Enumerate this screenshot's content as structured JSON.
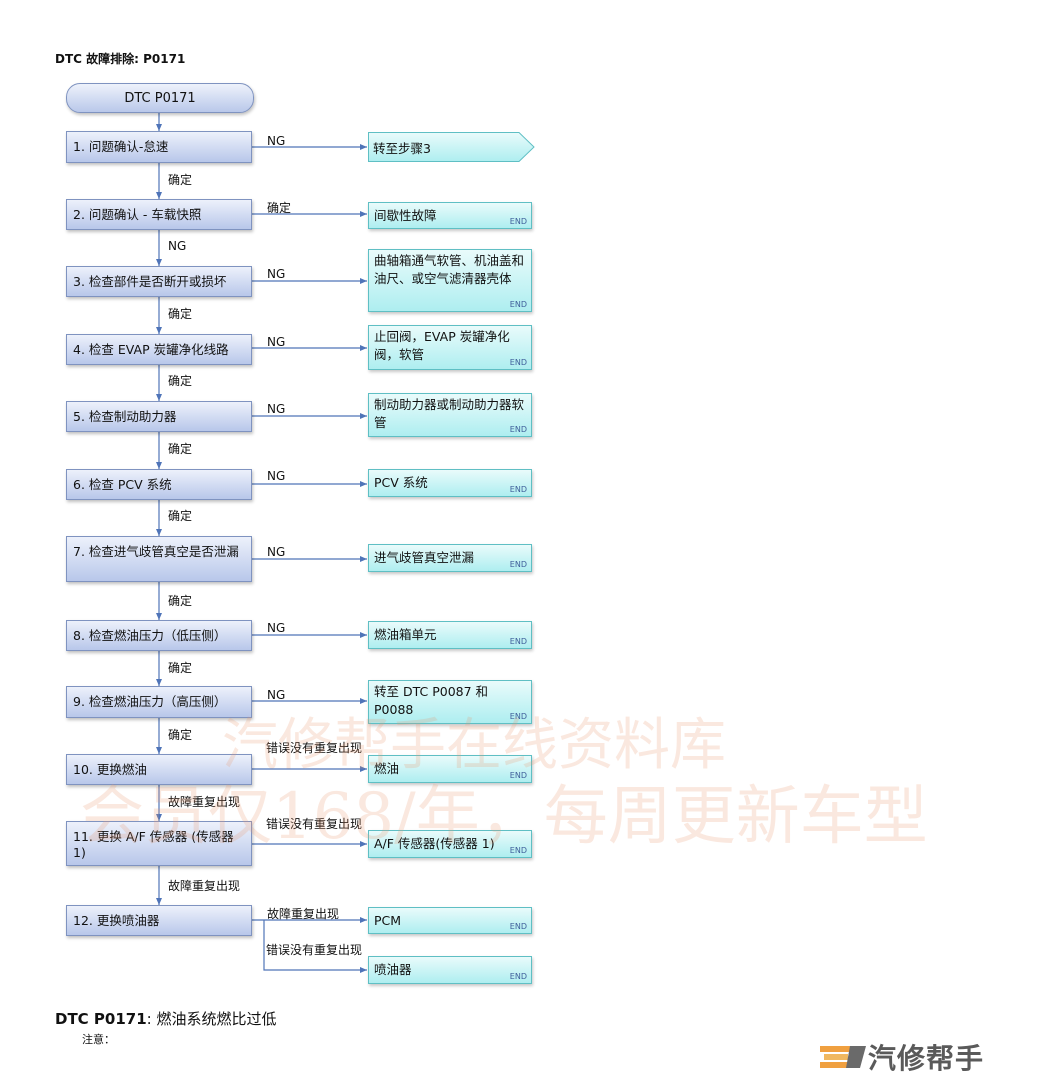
{
  "page_heading": "DTC 故障排除: P0171",
  "start_label": "DTC P0171",
  "steps": [
    {
      "label": "1.  问题确认-怠速"
    },
    {
      "label": "2.  问题确认 - 车载快照"
    },
    {
      "label": "3.  检查部件是否断开或损坏"
    },
    {
      "label": "4.  检查 EVAP 炭罐净化线路"
    },
    {
      "label": "5.  检查制动助力器"
    },
    {
      "label": "6.  检查 PCV 系统"
    },
    {
      "label": "7.  检查进气歧管真空是否泄漏"
    },
    {
      "label": "8.  检查燃油压力（低压侧）"
    },
    {
      "label": "9.  检查燃油压力（高压侧）"
    },
    {
      "label": "10. 更换燃油"
    },
    {
      "label": "11. 更换 A/F 传感器 (传感器 1)"
    },
    {
      "label": "12. 更换喷油器"
    }
  ],
  "down_labels": [
    "确定",
    "NG",
    "确定",
    "确定",
    "确定",
    "确定",
    "确定",
    "确定",
    "确定",
    "故障重复出现",
    "故障重复出现"
  ],
  "side_labels": [
    "NG",
    "确定",
    "NG",
    "NG",
    "NG",
    "NG",
    "NG",
    "NG",
    "NG",
    "错误没有重复出现",
    "错误没有重复出现",
    "故障重复出现",
    "错误没有重复出现"
  ],
  "results": [
    {
      "label": "转至步骤3"
    },
    {
      "label": "间歇性故障",
      "end": "END"
    },
    {
      "label": "曲轴箱通气软管、机油盖和油尺、或空气滤清器壳体",
      "end": "END"
    },
    {
      "label": "止回阀，EVAP 炭罐净化阀，软管",
      "end": "END"
    },
    {
      "label": "制动助力器或制动助力器软管",
      "end": "END"
    },
    {
      "label": "PCV 系统",
      "end": "END"
    },
    {
      "label": "进气歧管真空泄漏",
      "end": "END"
    },
    {
      "label": "燃油箱单元",
      "end": "END"
    },
    {
      "label": "转至 DTC P0087 和 P0088",
      "end": "END"
    },
    {
      "label": "燃油",
      "end": "END"
    },
    {
      "label": "A/F 传感器(传感器 1)",
      "end": "END"
    },
    {
      "label": "PCM",
      "end": "END"
    },
    {
      "label": "喷油器",
      "end": "END"
    }
  ],
  "watermark": {
    "line1": "汽修帮手在线资料库",
    "line2": "会员仅168/年，每周更新车型"
  },
  "bottom_title": {
    "code": "DTC P0171",
    "text": ": 燃油系统燃比过低"
  },
  "note_label": "注意：",
  "logo_text": "汽修帮手",
  "colors": {
    "step_fill": "#b8c7ea",
    "result_fill": "#aeeef0",
    "line": "#4f74b8"
  }
}
